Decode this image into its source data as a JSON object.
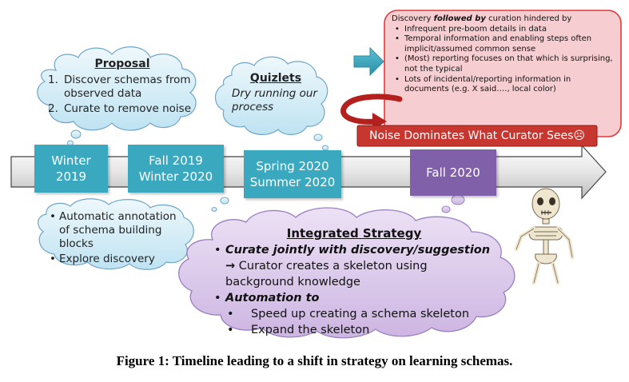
{
  "proposal": {
    "title": "Proposal",
    "items": [
      {
        "num": "1.",
        "text": "Discover schemas from observed data"
      },
      {
        "num": "2.",
        "text": "Curate to remove noise"
      }
    ]
  },
  "quizlets": {
    "title": "Quizlets",
    "text": "Dry running our process"
  },
  "discovery_box": {
    "intro_pre": "Discovery ",
    "intro_emph": "followed by",
    "intro_post": " curation hindered by",
    "bullets": [
      "Infrequent pre-boom details in data",
      "Temporal information and enabling steps often implicit/assumed common sense",
      "(Most) reporting focuses on that which is surprising, not the typical",
      "Lots of incidental/reporting information in documents (e.g. X said…., local color)"
    ]
  },
  "noise_banner": {
    "text": "Noise Dominates What Curator Sees☹"
  },
  "timeline": [
    {
      "line1": "Winter",
      "line2": "2019"
    },
    {
      "line1": "Fall 2019",
      "line2": "Winter 2020"
    },
    {
      "line1": "Spring 2020",
      "line2": "Summer 2020"
    },
    {
      "line1": "Fall 2020",
      "line2": ""
    }
  ],
  "annotation_cloud": {
    "bullets": [
      "Automatic annotation of schema building blocks",
      "Explore discovery"
    ]
  },
  "integrated": {
    "title": "Integrated Strategy",
    "b1_emph": "Curate jointly with discovery/suggestion",
    "b1_arrow": "→",
    "b1_rest": " Curator creates a skeleton using background knowledge",
    "b2_emph": "Automation to",
    "sub": [
      "Speed up creating a schema skeleton",
      "Expand the skeleton"
    ]
  },
  "caption": "Figure 1: Timeline leading to a shift in strategy on learning schemas.",
  "colors": {
    "teal": "#3aa9bf",
    "purple": "#8060a8",
    "banner_red": "#c8372f",
    "pink_fill": "#f6cdd0",
    "lavender": "#dcc9ec",
    "light_blue": "#d7eef8"
  }
}
